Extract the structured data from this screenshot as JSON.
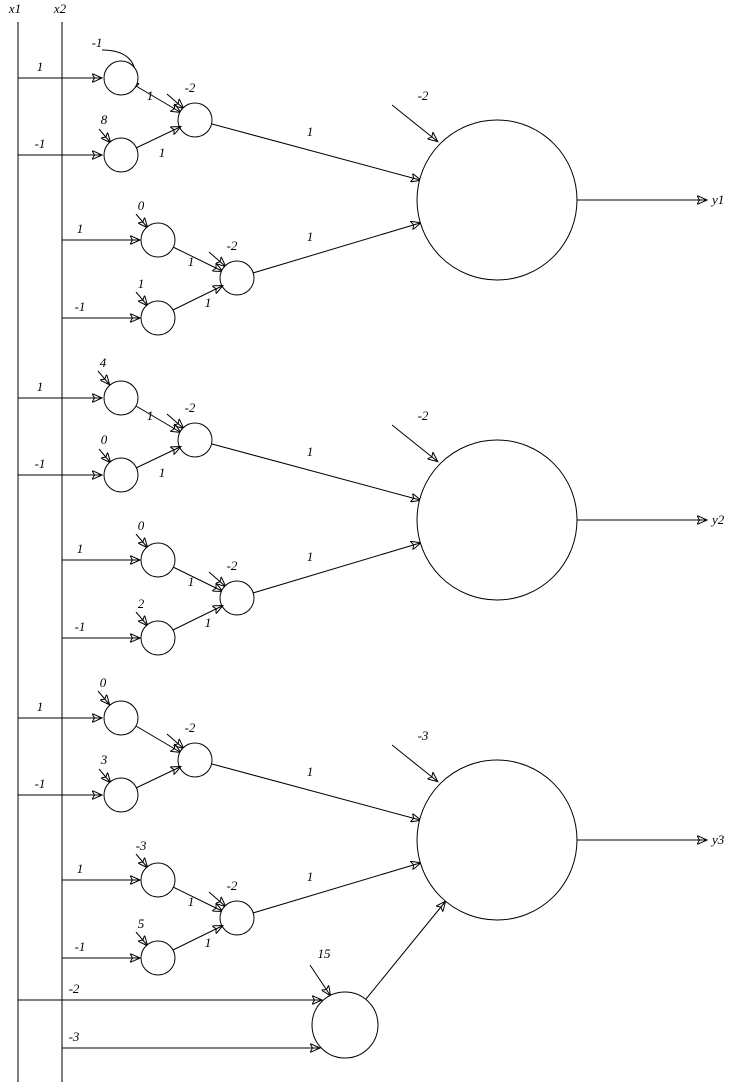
{
  "inputs": {
    "x1": "x1",
    "x2": "x2"
  },
  "groups": [
    {
      "big_bias": "-2",
      "output": "y1",
      "a": {
        "w_in1": "1",
        "b1": "-1",
        "w1": "1",
        "w_in2": "-1",
        "b2": "8",
        "w2": "1",
        "hb": "-2",
        "wout": "1"
      },
      "b": {
        "w_in1": "1",
        "b1": "0",
        "w1": "1",
        "w_in2": "-1",
        "b2": "1",
        "w2": "1",
        "hb": "-2",
        "wout": "1"
      }
    },
    {
      "big_bias": "-2",
      "output": "y2",
      "a": {
        "w_in1": "1",
        "b1": "4",
        "w1": "1",
        "w_in2": "-1",
        "b2": "0",
        "w2": "1",
        "hb": "-2",
        "wout": "1"
      },
      "b": {
        "w_in1": "1",
        "b1": "0",
        "w1": "1",
        "w_in2": "-1",
        "b2": "2",
        "w2": "1",
        "hb": "-2",
        "wout": "1"
      }
    },
    {
      "big_bias": "-3",
      "output": "y3",
      "a": {
        "w_in1": "1",
        "b1": "0",
        "w_in2": "-1",
        "b2": "3",
        "hb": "-2",
        "wout": "1"
      },
      "b": {
        "w_in1": "1",
        "b1": "-3",
        "w1": "1",
        "w_in2": "-1",
        "b2": "5",
        "w2": "1",
        "hb": "-2",
        "wout": "1"
      },
      "c": {
        "w_in1": "-2",
        "w_in2": "-3",
        "bias": "15"
      }
    }
  ]
}
